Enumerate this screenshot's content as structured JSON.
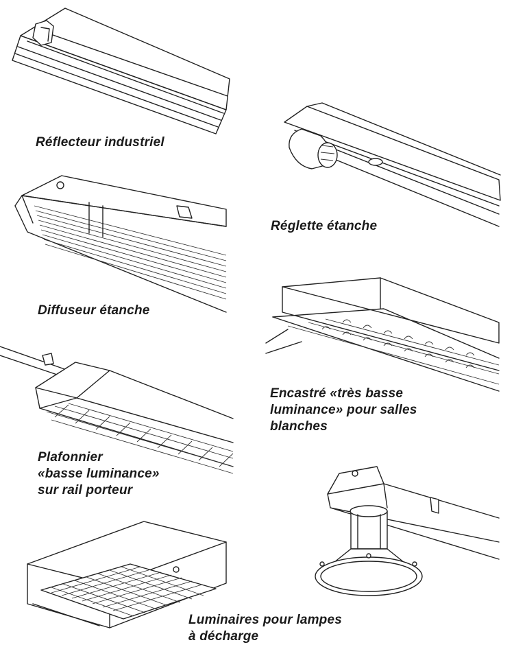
{
  "fixtures": [
    {
      "id": "reflecteur",
      "label": "Réflecteur industriel"
    },
    {
      "id": "reglette",
      "label": "Réglette étanche"
    },
    {
      "id": "diffuseur",
      "label": "Diffuseur étanche"
    },
    {
      "id": "encastre",
      "lines": [
        "Encastré «très basse",
        "luminance» pour salles",
        "blanches"
      ]
    },
    {
      "id": "plafonnier",
      "lines": [
        "Plafonnier",
        "«basse luminance»",
        "sur rail porteur"
      ]
    },
    {
      "id": "luminaires",
      "lines": [
        "Luminaires pour lampes",
        "à décharge"
      ]
    }
  ]
}
